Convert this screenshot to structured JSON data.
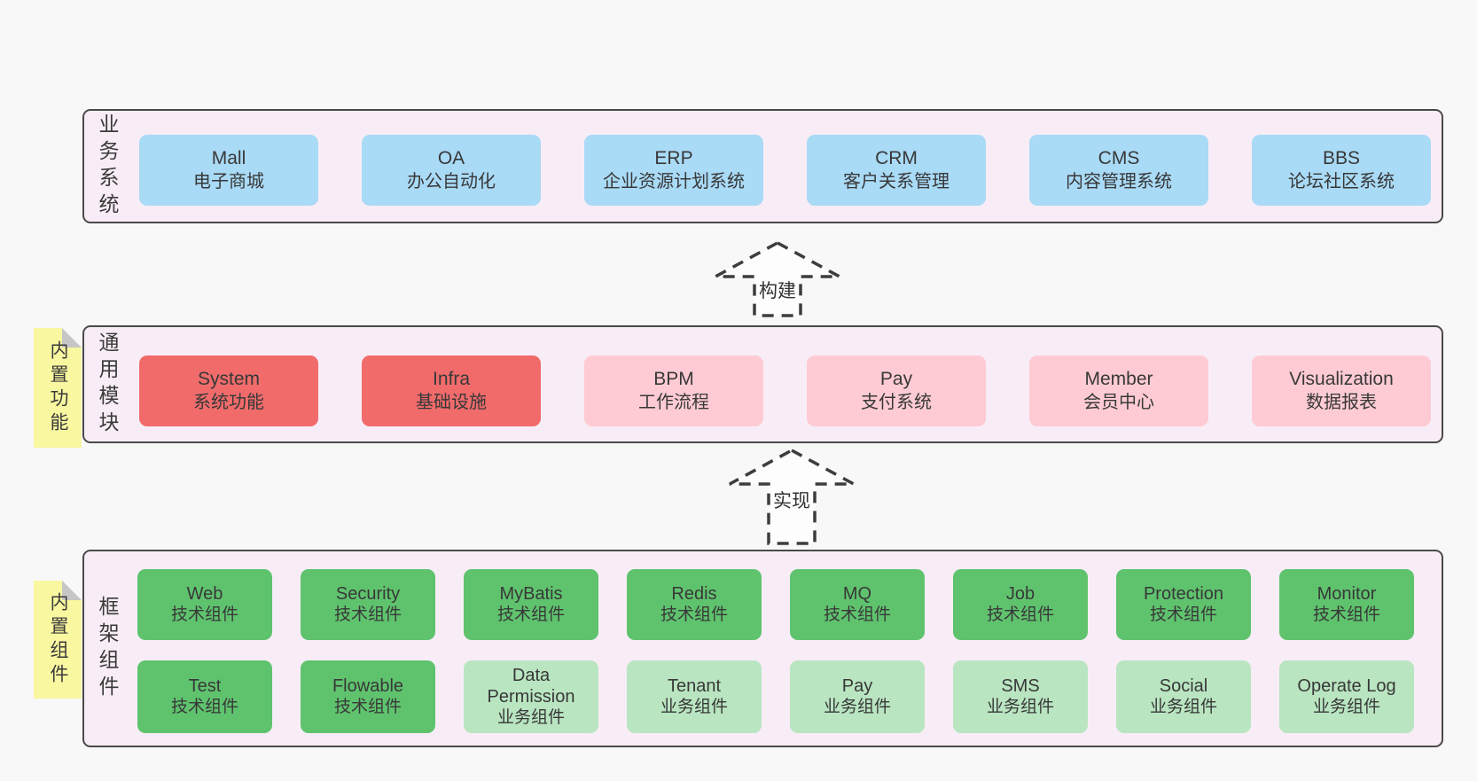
{
  "colors": {
    "background": "#f8f8f8",
    "container_fill": "#f8edf6",
    "container_border": "#4a4a4a",
    "blue": "#a9daf6",
    "red": "#f16b6b",
    "pink": "#fecbd4",
    "green": "#5fc36e",
    "lightgreen": "#b9e5c1",
    "sticky_yellow": "#f9f7a0",
    "sticky_fold": "#c6c6c6",
    "text": "#383838",
    "arrow_stroke": "#3d3d3d",
    "arrow_fill": "#fdfdfd"
  },
  "layers": {
    "business": {
      "label": "业务系统",
      "boxes": [
        {
          "title": "Mall",
          "subtitle": "电子商城",
          "variant": "blue"
        },
        {
          "title": "OA",
          "subtitle": "办公自动化",
          "variant": "blue"
        },
        {
          "title": "ERP",
          "subtitle": "企业资源计划系统",
          "variant": "blue"
        },
        {
          "title": "CRM",
          "subtitle": "客户关系管理",
          "variant": "blue"
        },
        {
          "title": "CMS",
          "subtitle": "内容管理系统",
          "variant": "blue"
        },
        {
          "title": "BBS",
          "subtitle": "论坛社区系统",
          "variant": "blue"
        }
      ]
    },
    "modules": {
      "label": "通用模块",
      "sticky": "内置功能",
      "boxes": [
        {
          "title": "System",
          "subtitle": "系统功能",
          "variant": "red"
        },
        {
          "title": "Infra",
          "subtitle": "基础设施",
          "variant": "red"
        },
        {
          "title": "BPM",
          "subtitle": "工作流程",
          "variant": "pink"
        },
        {
          "title": "Pay",
          "subtitle": "支付系统",
          "variant": "pink"
        },
        {
          "title": "Member",
          "subtitle": "会员中心",
          "variant": "pink"
        },
        {
          "title": "Visualization",
          "subtitle": "数据报表",
          "variant": "pink"
        }
      ]
    },
    "components": {
      "label": "框架组件",
      "sticky": "内置组件",
      "rows": [
        [
          {
            "title": "Web",
            "subtitle": "技术组件",
            "variant": "green"
          },
          {
            "title": "Security",
            "subtitle": "技术组件",
            "variant": "green"
          },
          {
            "title": "MyBatis",
            "subtitle": "技术组件",
            "variant": "green"
          },
          {
            "title": "Redis",
            "subtitle": "技术组件",
            "variant": "green"
          },
          {
            "title": "MQ",
            "subtitle": "技术组件",
            "variant": "green"
          },
          {
            "title": "Job",
            "subtitle": "技术组件",
            "variant": "green"
          },
          {
            "title": "Protection",
            "subtitle": "技术组件",
            "variant": "green"
          },
          {
            "title": "Monitor",
            "subtitle": "技术组件",
            "variant": "green"
          }
        ],
        [
          {
            "title": "Test",
            "subtitle": "技术组件",
            "variant": "green"
          },
          {
            "title": "Flowable",
            "subtitle": "技术组件",
            "variant": "green"
          },
          {
            "title": "Data Permission",
            "subtitle": "业务组件",
            "variant": "lightgreen"
          },
          {
            "title": "Tenant",
            "subtitle": "业务组件",
            "variant": "lightgreen"
          },
          {
            "title": "Pay",
            "subtitle": "业务组件",
            "variant": "lightgreen"
          },
          {
            "title": "SMS",
            "subtitle": "业务组件",
            "variant": "lightgreen"
          },
          {
            "title": "Social",
            "subtitle": "业务组件",
            "variant": "lightgreen"
          },
          {
            "title": "Operate Log",
            "subtitle": "业务组件",
            "variant": "lightgreen"
          }
        ]
      ]
    }
  },
  "arrows": [
    {
      "label": "构建"
    },
    {
      "label": "实现"
    }
  ]
}
